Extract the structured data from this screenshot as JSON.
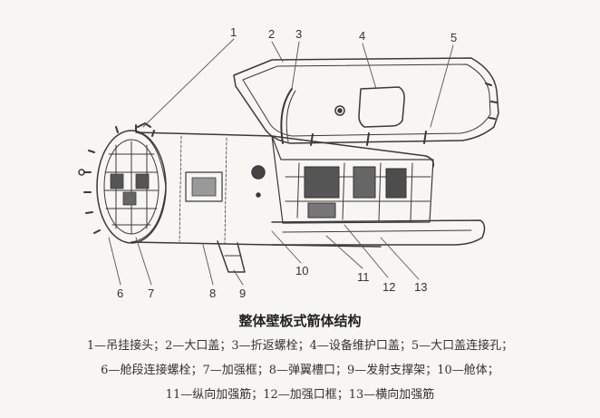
{
  "figure": {
    "callouts": [
      "1",
      "2",
      "3",
      "4",
      "5",
      "6",
      "7",
      "8",
      "9",
      "10",
      "11",
      "12",
      "13"
    ]
  },
  "caption": {
    "title": "整体壁板式箭体结构",
    "legend_lines": [
      "1—吊挂接头；2—大口盖；3—折返螺栓；4—设备维护口盖；5—大口盖连接孔；",
      "6—舱段连接螺栓；7—加强框；8—弹翼槽口；9—发射支撑架；10—舱体；",
      "11—纵向加强筋；12—加强口框；13—横向加强筋"
    ]
  }
}
